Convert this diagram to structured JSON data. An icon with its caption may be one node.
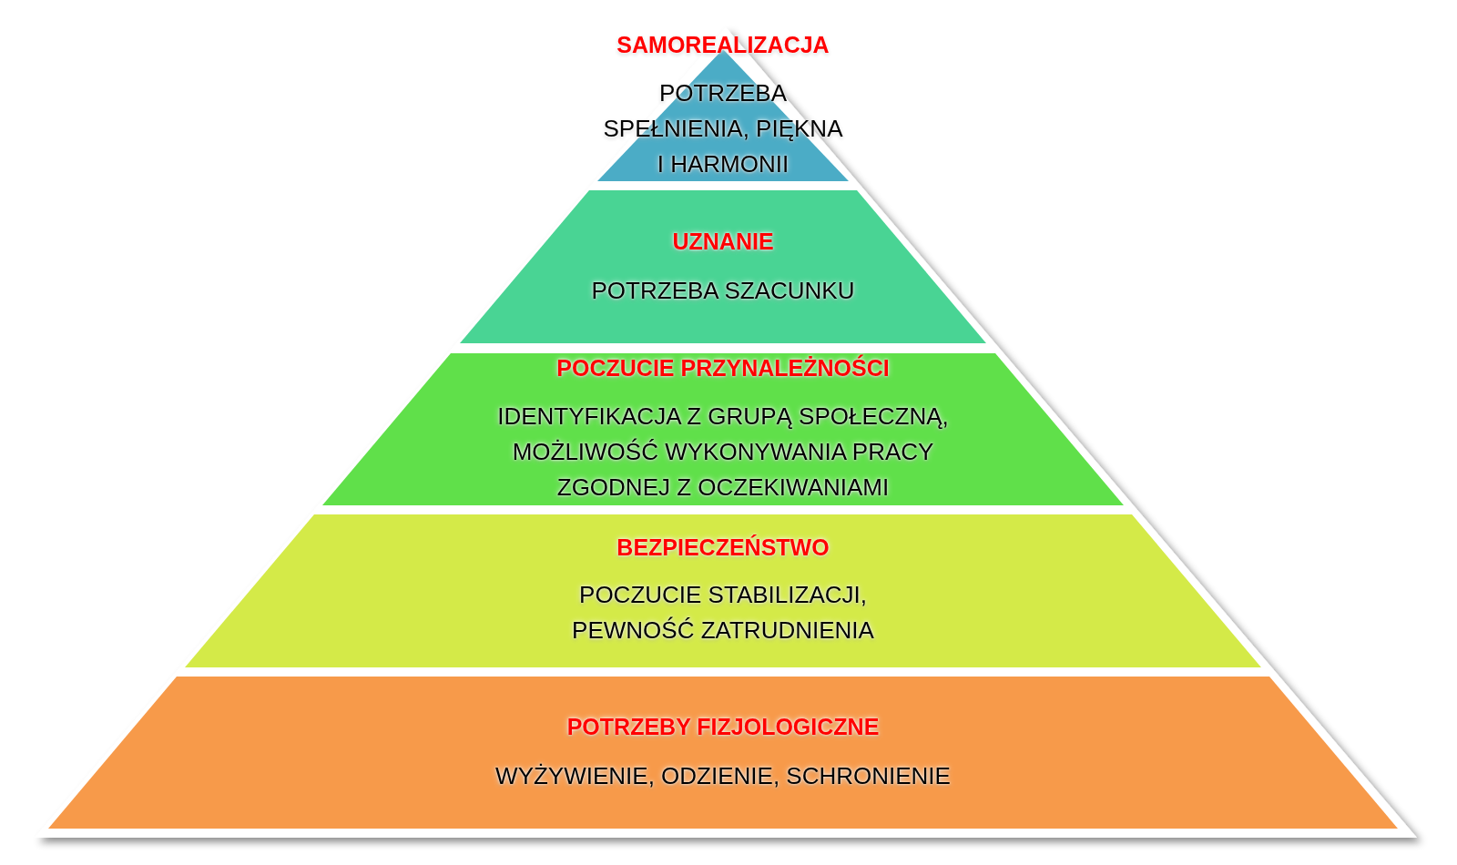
{
  "diagram": {
    "nodes": [
      {
        "text": [
          "SAMOREALIZACJA",
          "POTRZEBA SPEŁNIENIA, PIĘKNA I HARMONII"
        ]
      },
      {
        "text": [
          "UZNANIE",
          "POTRZEBA SZACUNKU"
        ]
      },
      {
        "text": [
          "POCZUCIE PRZYNALEŻNOŚCI",
          "IDENTYFIKACJA Z GRUPĄ SPOŁECZNĄ, MOŻLIWOŚĆ WYKONYWANIA PRACY ZGODNEJ Z OCZEKIWANIAMI"
        ]
      },
      {
        "text": [
          "BEZPIECZEŃSTWO",
          "POCZUCIE STABILIZACJI, PEWNOŚĆ ZATRUDNIENIA"
        ]
      },
      {
        "text": [
          "POTRZEBY FIZJOLOGICZNE",
          "WYŻYWIENIE, ODZIENIE, SCHRONIENIE"
        ]
      }
    ]
  }
}
